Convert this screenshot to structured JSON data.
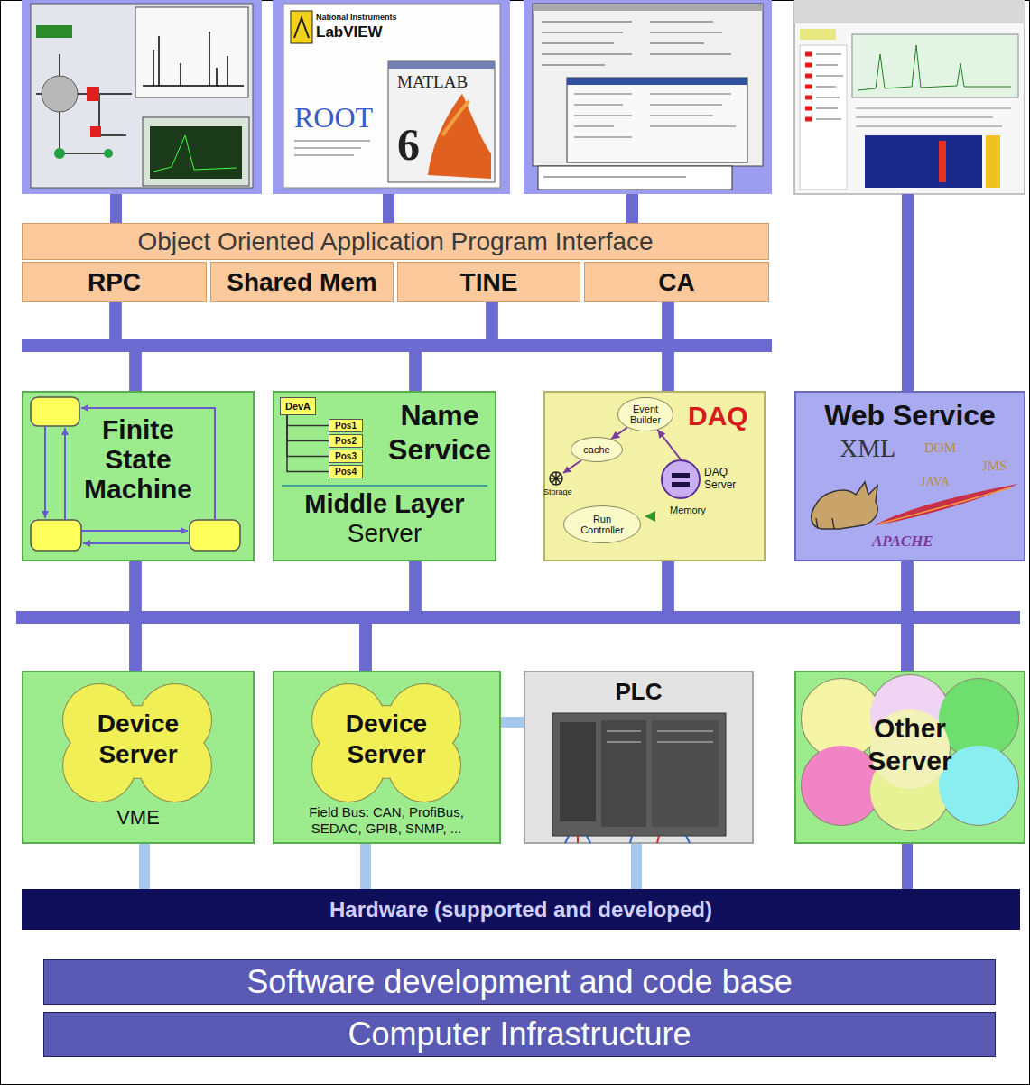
{
  "diagram": {
    "nodes": [
      {
        "text": [
          "Object Oriented Application Program Interface"
        ]
      },
      {
        "text": [
          "RPC"
        ]
      },
      {
        "text": [
          "Shared Mem"
        ]
      },
      {
        "text": [
          "TINE"
        ]
      },
      {
        "text": [
          "CA"
        ]
      },
      {
        "text": [
          "Finite State Machine"
        ]
      },
      {
        "text": [
          "Name Service",
          "Middle Layer",
          "Server"
        ]
      },
      {
        "text": [
          "DevA"
        ],
        "in": 6
      },
      {
        "text": [
          "Pos1"
        ],
        "in": 6
      },
      {
        "text": [
          "Pos2"
        ],
        "in": 6
      },
      {
        "text": [
          "Pos3"
        ],
        "in": 6
      },
      {
        "text": [
          "Pos4"
        ],
        "in": 6
      },
      {
        "text": [
          "DAQ"
        ]
      },
      {
        "text": [
          "Event Builder"
        ],
        "in": 12
      },
      {
        "text": [
          "cache"
        ],
        "in": 12
      },
      {
        "text": [
          "DAQ Server"
        ],
        "in": 12
      },
      {
        "text": [
          "Run Controller"
        ],
        "in": 12
      },
      {
        "text": [
          "Web Service"
        ]
      },
      {
        "text": [
          "Device Server",
          "VME"
        ]
      },
      {
        "text": [
          "Device Server",
          "Field Bus: CAN, ProfiBus, SEDAC, GPIB, SNMP, ..."
        ]
      },
      {
        "text": [
          "PLC"
        ]
      },
      {
        "text": [
          "Other Server"
        ]
      },
      {
        "text": [
          "Hardware (supported and developed)"
        ]
      },
      {
        "text": [
          "Software development and code base"
        ]
      },
      {
        "text": [
          "Computer Infrastructure"
        ]
      }
    ],
    "edges": [
      {
        "from": 1,
        "to": 5,
        "arrow": "none"
      },
      {
        "from": 1,
        "to": 6,
        "arrow": "none"
      },
      {
        "from": 1,
        "to": 12,
        "arrow": "none"
      },
      {
        "from": 3,
        "to": 5,
        "arrow": "none"
      },
      {
        "from": 3,
        "to": 6,
        "arrow": "none"
      },
      {
        "from": 3,
        "to": 12,
        "arrow": "none"
      },
      {
        "from": 4,
        "to": 5,
        "arrow": "none"
      },
      {
        "from": 4,
        "to": 6,
        "arrow": "none"
      },
      {
        "from": 4,
        "to": 12,
        "arrow": "none"
      },
      {
        "from": 5,
        "to": 18,
        "arrow": "none"
      },
      {
        "from": 5,
        "to": 19,
        "arrow": "none"
      },
      {
        "from": 5,
        "to": 21,
        "arrow": "none"
      },
      {
        "from": 6,
        "to": 18,
        "arrow": "none"
      },
      {
        "from": 6,
        "to": 19,
        "arrow": "none"
      },
      {
        "from": 6,
        "to": 21,
        "arrow": "none"
      },
      {
        "from": 12,
        "to": 18,
        "arrow": "none"
      },
      {
        "from": 12,
        "to": 19,
        "arrow": "none"
      },
      {
        "from": 12,
        "to": 21,
        "arrow": "none"
      },
      {
        "from": 17,
        "to": 18,
        "arrow": "none"
      },
      {
        "from": 17,
        "to": 19,
        "arrow": "none"
      },
      {
        "from": 17,
        "to": 21,
        "arrow": "none"
      },
      {
        "from": 19,
        "to": 20,
        "arrow": "none"
      },
      {
        "from": 18,
        "to": 22,
        "arrow": "none"
      },
      {
        "from": 19,
        "to": 22,
        "arrow": "none"
      },
      {
        "from": 20,
        "to": 22,
        "arrow": "none"
      },
      {
        "from": 21,
        "to": 22,
        "arrow": "none"
      },
      {
        "from": 7,
        "to": 8,
        "arrow": "none"
      },
      {
        "from": 7,
        "to": 9,
        "arrow": "none"
      },
      {
        "from": 7,
        "to": 10,
        "arrow": "none"
      },
      {
        "from": 7,
        "to": 11,
        "arrow": "none"
      },
      {
        "from": 15,
        "to": 13,
        "arrow": "to"
      },
      {
        "from": 13,
        "to": 14,
        "arrow": "to"
      }
    ],
    "labels": [
      "National Instruments",
      "LabVIEW",
      "MATLAB",
      "ROOT",
      "6",
      "Storage",
      "Memory",
      "XML",
      "DOM",
      "JAVA",
      "JMS",
      "APACHE"
    ]
  }
}
